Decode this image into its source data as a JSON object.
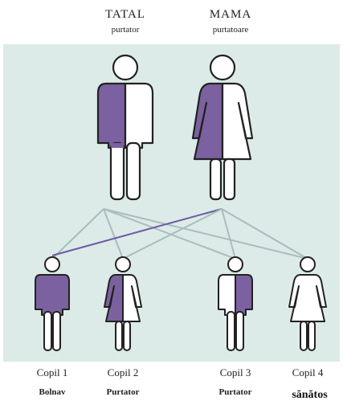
{
  "colors": {
    "background": "#dcebe8",
    "affected": "#7b61a0",
    "outline": "#222222",
    "line_grey": "#a9bcbc",
    "line_purple": "#6c5aa5"
  },
  "parents": {
    "father": {
      "title": "TATAL",
      "subtitle": "purtator"
    },
    "mother": {
      "title": "MAMA",
      "subtitle": "purtatoare"
    }
  },
  "children": [
    {
      "title": "Copil 1",
      "status": "Bolnav"
    },
    {
      "title": "Copil 2",
      "status": "Purtator"
    },
    {
      "title": "Copil 3",
      "status": "Purtator"
    },
    {
      "title": "Copil 4",
      "status": "sănătos"
    }
  ]
}
